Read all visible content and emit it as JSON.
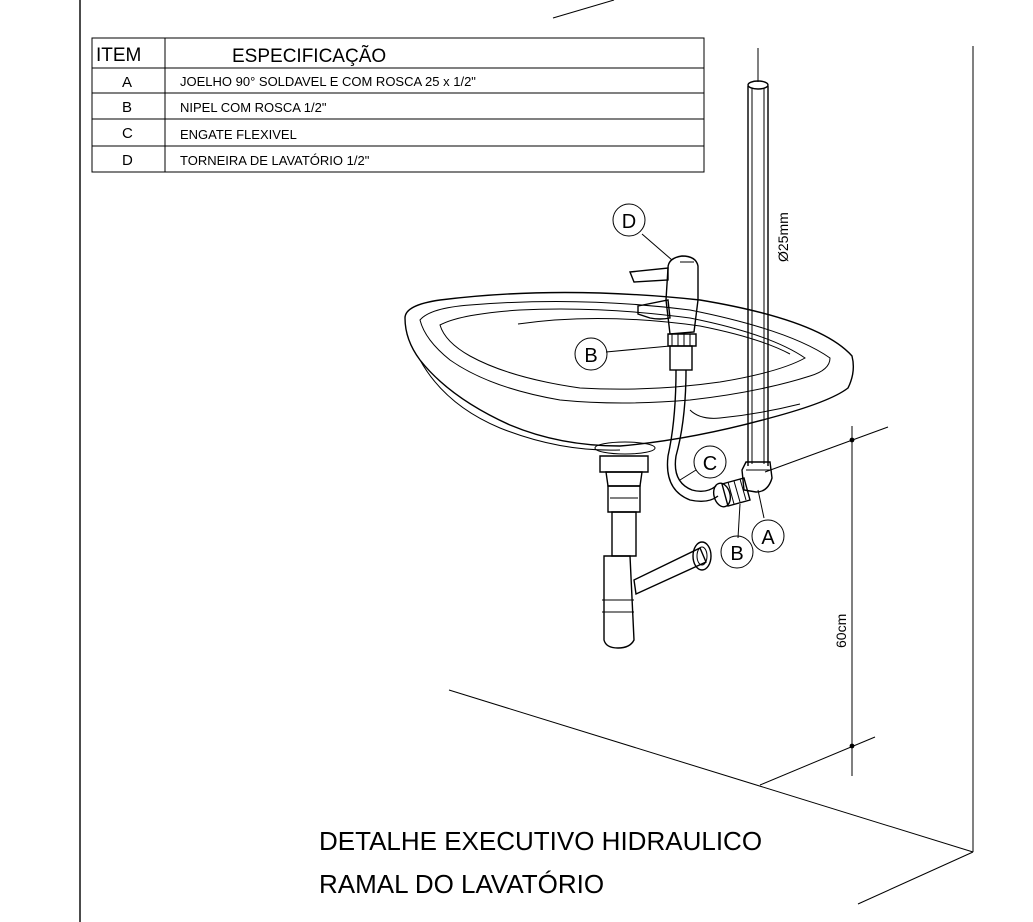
{
  "table": {
    "header_item": "ITEM",
    "header_spec": "ESPECIFICAÇÃO",
    "rows": [
      {
        "key": "A",
        "spec": "JOELHO 90° SOLDAVEL E COM ROSCA 25 x 1/2\""
      },
      {
        "key": "B",
        "spec": "NIPEL COM ROSCA 1/2\""
      },
      {
        "key": "C",
        "spec": "ENGATE FLEXIVEL"
      },
      {
        "key": "D",
        "spec": "TORNEIRA DE LAVATÓRIO 1/2\""
      }
    ]
  },
  "callouts": {
    "d_faucet": "D",
    "b_upper": "B",
    "c_flex": "C",
    "b_lower": "B",
    "a_elbow": "A"
  },
  "dimensions": {
    "pipe_diameter": "Ø25mm",
    "height": "60cm"
  },
  "title": {
    "line1": "DETALHE EXECUTIVO HIDRAULICO",
    "line2": "RAMAL DO LAVATÓRIO"
  }
}
